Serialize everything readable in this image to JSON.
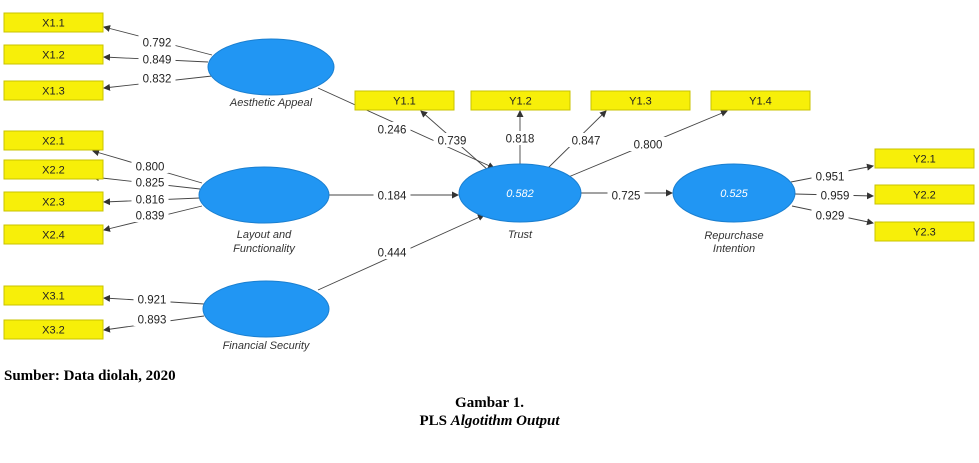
{
  "diagram": {
    "latent_variables": [
      {
        "id": "AA",
        "label_lines": [
          "Aesthetic Appeal"
        ],
        "r2": ""
      },
      {
        "id": "LF",
        "label_lines": [
          "Layout and",
          "Functionality"
        ],
        "r2": ""
      },
      {
        "id": "FS",
        "label_lines": [
          "Financial Security"
        ],
        "r2": ""
      },
      {
        "id": "TR",
        "label_lines": [
          "Trust"
        ],
        "r2": "0.582"
      },
      {
        "id": "RI",
        "label_lines": [
          "Repurchase",
          "Intention"
        ],
        "r2": "0.525"
      }
    ],
    "indicators": [
      {
        "id": "X1.1",
        "label": "X1.1",
        "construct": "AA",
        "loading": "0.792"
      },
      {
        "id": "X1.2",
        "label": "X1.2",
        "construct": "AA",
        "loading": "0.849"
      },
      {
        "id": "X1.3",
        "label": "X1.3",
        "construct": "AA",
        "loading": "0.832"
      },
      {
        "id": "X2.1",
        "label": "X2.1",
        "construct": "LF",
        "loading": "0.800"
      },
      {
        "id": "X2.2",
        "label": "X2.2",
        "construct": "LF",
        "loading": "0.825"
      },
      {
        "id": "X2.3",
        "label": "X2.3",
        "construct": "LF",
        "loading": "0.816"
      },
      {
        "id": "X2.4",
        "label": "X2.4",
        "construct": "LF",
        "loading": "0.839"
      },
      {
        "id": "X3.1",
        "label": "X3.1",
        "construct": "FS",
        "loading": "0.921"
      },
      {
        "id": "X3.2",
        "label": "X3.2",
        "construct": "FS",
        "loading": "0.893"
      },
      {
        "id": "Y1.1",
        "label": "Y1.1",
        "construct": "TR",
        "loading": "0.739"
      },
      {
        "id": "Y1.2",
        "label": "Y1.2",
        "construct": "TR",
        "loading": "0.818"
      },
      {
        "id": "Y1.3",
        "label": "Y1.3",
        "construct": "TR",
        "loading": "0.847"
      },
      {
        "id": "Y1.4",
        "label": "Y1.4",
        "construct": "TR",
        "loading": "0.800"
      },
      {
        "id": "Y2.1",
        "label": "Y2.1",
        "construct": "RI",
        "loading": "0.951"
      },
      {
        "id": "Y2.2",
        "label": "Y2.2",
        "construct": "RI",
        "loading": "0.959"
      },
      {
        "id": "Y2.3",
        "label": "Y2.3",
        "construct": "RI",
        "loading": "0.929"
      }
    ],
    "paths": [
      {
        "from": "AA",
        "to": "TR",
        "coefficient": "0.246"
      },
      {
        "from": "LF",
        "to": "TR",
        "coefficient": "0.184"
      },
      {
        "from": "FS",
        "to": "TR",
        "coefficient": "0.444"
      },
      {
        "from": "TR",
        "to": "RI",
        "coefficient": "0.725"
      }
    ],
    "colors": {
      "indicator_fill": "#f7ef09",
      "latent_fill": "#2196f3"
    }
  },
  "caption": {
    "source": "Sumber: Data diolah, 2020",
    "figure_number": "Gambar 1.",
    "title_prefix": "PLS",
    "title_italic": "Algotithm Output"
  }
}
